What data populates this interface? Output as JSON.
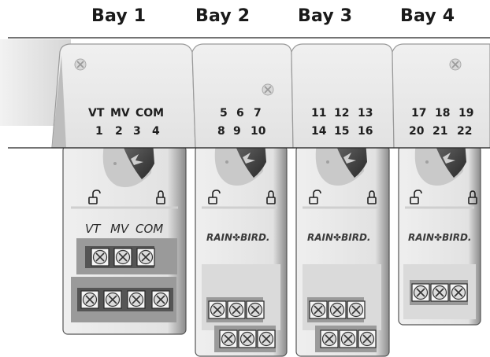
{
  "bays": [
    {
      "title": "Bay 1",
      "terminals": [
        "VT",
        "MV",
        "COM",
        "1",
        "2",
        "3",
        "4"
      ]
    },
    {
      "title": "Bay 2",
      "terminals": [
        "5",
        "6",
        "7",
        "8",
        "9",
        "10"
      ]
    },
    {
      "title": "Bay 3",
      "terminals": [
        "11",
        "12",
        "13",
        "14",
        "15",
        "16"
      ]
    },
    {
      "title": "Bay 4",
      "terminals": [
        "17",
        "18",
        "19",
        "20",
        "21",
        "22"
      ]
    }
  ],
  "module_base_labels": [
    "VT",
    "MV",
    "COM"
  ],
  "brand_logo_text": "RAIN✤BIRD.",
  "colors": {
    "panel": "#e6e6e6",
    "panel_edge": "#9a9a9a",
    "module_body": "#e4e4e4",
    "terminal_block": "#8e8e8e",
    "dial": "#3a3a3a"
  },
  "icons": [
    "screw-icon",
    "unlocked-padlock-icon",
    "locked-padlock-icon",
    "rain-bird-logo"
  ]
}
